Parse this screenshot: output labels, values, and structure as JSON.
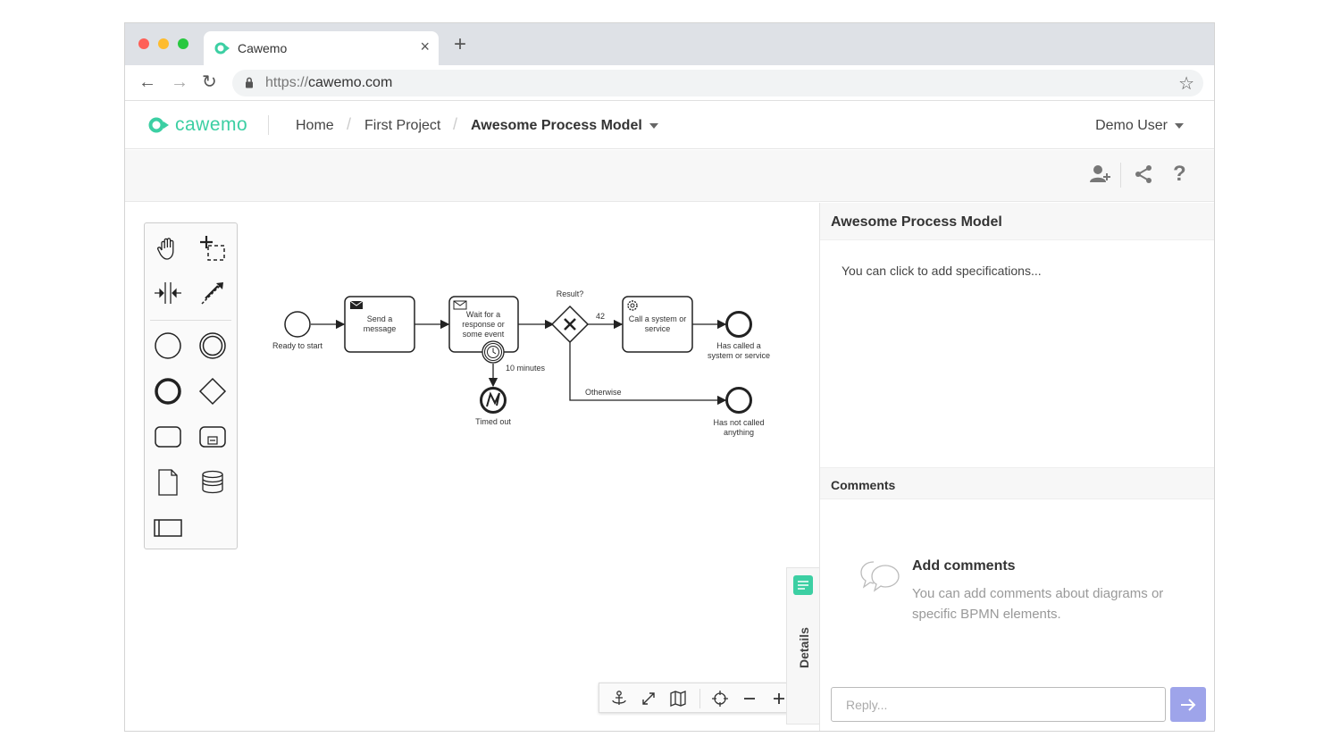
{
  "browser": {
    "tab_title": "Cawemo",
    "url_scheme": "https://",
    "url_host": "cawemo.com",
    "traffic_colors": [
      "#fe5f57",
      "#febc2e",
      "#28c840"
    ]
  },
  "app": {
    "logo_text": "cawemo",
    "brand_color": "#3ccfa3",
    "breadcrumbs": [
      "Home",
      "First Project",
      "Awesome Process Model"
    ],
    "user": "Demo User"
  },
  "toolbar": {
    "icons": [
      "add-user-icon",
      "share-icon",
      "help-icon"
    ],
    "help_label": "?"
  },
  "diagram": {
    "start_label": "Ready to start",
    "task1": [
      "Send a",
      "message"
    ],
    "task2": [
      "Wait for a",
      "response or",
      "some event"
    ],
    "timer_label": "10 minutes",
    "timed_out": "Timed out",
    "gateway_label": "Result?",
    "flow_42": "42",
    "flow_otherwise": "Otherwise",
    "task3": [
      "Call a system or",
      "service"
    ],
    "end1": [
      "Has called a",
      "system or service"
    ],
    "end2": [
      "Has not called",
      "anything"
    ]
  },
  "details_tab": {
    "label": "Details"
  },
  "panel": {
    "title": "Awesome Process Model",
    "spec_placeholder": "You can click to add specifications...",
    "comments_title": "Comments",
    "add_comments_title": "Add comments",
    "add_comments_text": "You can add comments about diagrams or specific BPMN elements.",
    "reply_placeholder": "Reply...",
    "send_color": "#9ea4ea"
  }
}
